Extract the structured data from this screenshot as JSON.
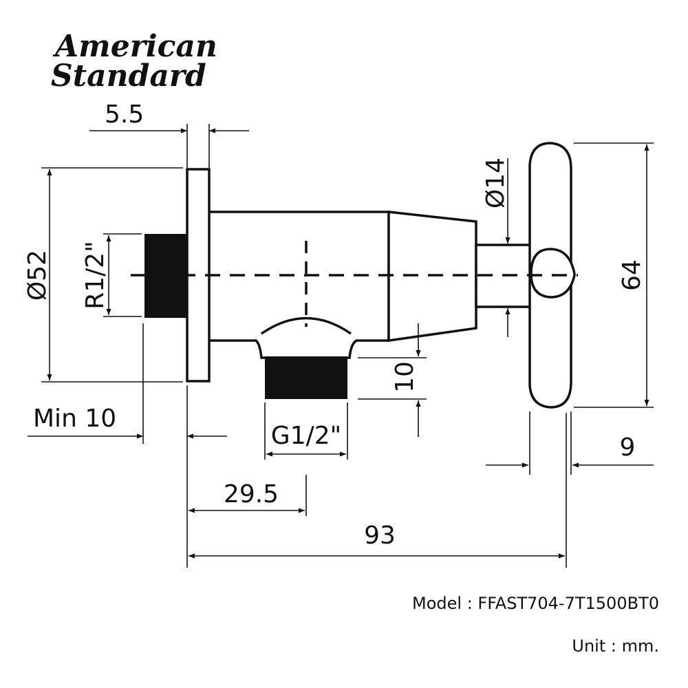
{
  "brand": {
    "line1": "American",
    "line2": "Standard"
  },
  "dimensions": {
    "flange_thickness": "5.5",
    "flange_diameter": "Ø52",
    "inlet_thread": "R1/2\"",
    "min_insertion": "Min 10",
    "outlet_thread": "G1/2\"",
    "outlet_length": "10",
    "inlet_to_outlet": "29.5",
    "overall_length": "93",
    "stem_diameter": "Ø14",
    "handle_height": "64",
    "handle_thickness": "9"
  },
  "caption": {
    "model": "Model : FFAST704-7T1500BT0",
    "unit": "Unit : mm."
  }
}
